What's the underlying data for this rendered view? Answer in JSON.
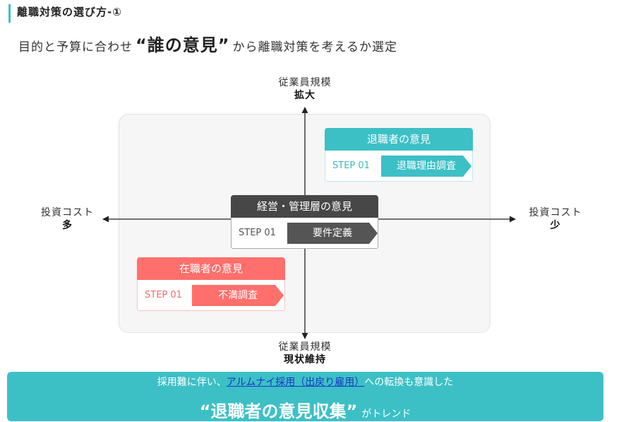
{
  "header": {
    "title": "離職対策の選び方-①"
  },
  "subtitle": {
    "before": "目的と予算に合わせ",
    "emphasis": "“誰の意見”",
    "after": "から離職対策を考えるか選定"
  },
  "axes": {
    "top": {
      "label": "従業員規模",
      "sub": "拡大"
    },
    "bottom": {
      "label": "従業員規模",
      "sub": "現状維持"
    },
    "left": {
      "label": "投資コスト",
      "sub": "多"
    },
    "right": {
      "label": "投資コスト",
      "sub": "少"
    }
  },
  "cards": {
    "retiree": {
      "title": "退職者の意見",
      "step": "STEP 01",
      "action": "退職理由調査",
      "color": "#3cc0c6"
    },
    "management": {
      "title": "経営・管理層の意見",
      "step": "STEP 01",
      "action": "要件定義",
      "color": "#474747"
    },
    "employee": {
      "title": "在職者の意見",
      "step": "STEP 01",
      "action": "不満調査",
      "color": "#ff6f6c"
    }
  },
  "banner": {
    "line1_before": "採用難に伴い、",
    "line1_link": "アルムナイ採用（出戻り雇用）",
    "line1_after": "への転換も意識した",
    "trend": "“退職者の意見収集”",
    "trend_suffix": "がトレンド",
    "color": "#3cc0c6"
  }
}
